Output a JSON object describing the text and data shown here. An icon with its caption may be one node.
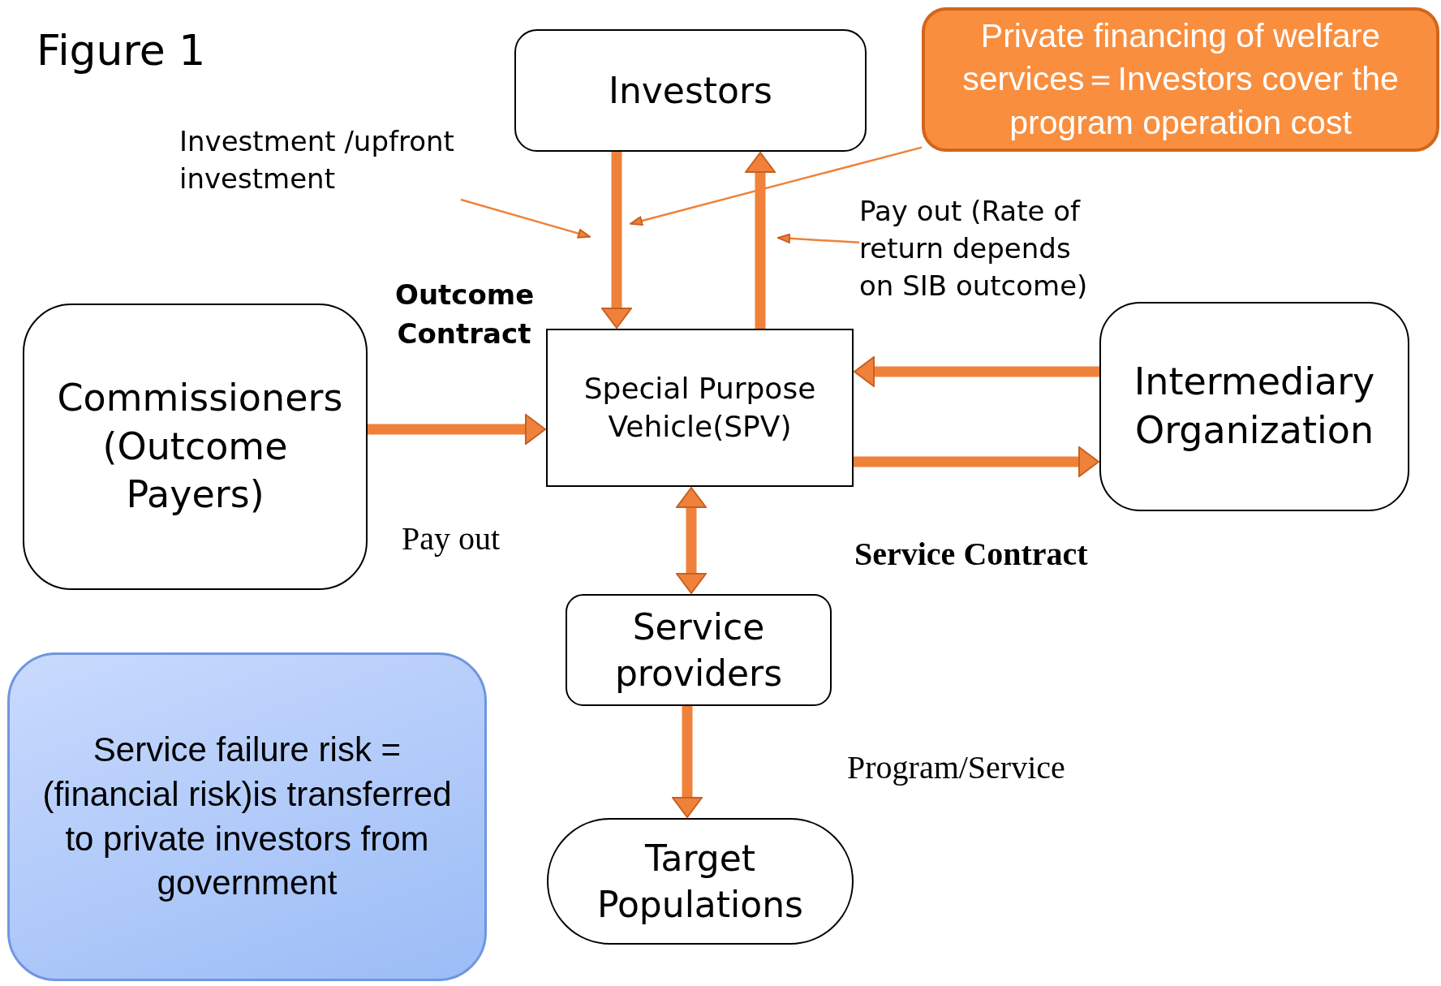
{
  "diagram": {
    "title": "Figure 1",
    "nodes": [
      {
        "text": [
          "Investors"
        ]
      },
      {
        "text": [
          "Private financing of welfare services＝Investors cover the program operation cost"
        ]
      },
      {
        "text": [
          "Investment /upfront investment"
        ]
      },
      {
        "text": [
          "Pay out (Rate of return depends on SIB outcome)"
        ]
      },
      {
        "text": [
          "Commissioners (Outcome Payers)"
        ]
      },
      {
        "text": [
          "Special Purpose Vehicle(SPV)"
        ]
      },
      {
        "text": [
          "Intermediary Organization"
        ]
      },
      {
        "text": [
          "Service providers"
        ]
      },
      {
        "text": [
          "Target Populations"
        ]
      },
      {
        "text": [
          "Service failure risk =(financial risk)is transferred to private investors from government"
        ]
      }
    ],
    "edges": [
      {
        "from": 0,
        "to": 5,
        "arrow": "to"
      },
      {
        "from": 5,
        "to": 0,
        "arrow": "to"
      },
      {
        "from": 2,
        "to": null,
        "arrow": "to"
      },
      {
        "from": 1,
        "to": null,
        "arrow": "to"
      },
      {
        "from": 3,
        "to": null,
        "arrow": "to"
      },
      {
        "from": 4,
        "to": 5,
        "arrow": "to"
      },
      {
        "from": 6,
        "to": 5,
        "arrow": "to"
      },
      {
        "from": 5,
        "to": 6,
        "arrow": "to"
      },
      {
        "from": 5,
        "to": 7,
        "arrow": "both"
      },
      {
        "from": 7,
        "to": 8,
        "arrow": "to"
      }
    ],
    "labels": [
      "Outcome Contract",
      "Pay out",
      "Service Contract",
      "Program/Service"
    ]
  }
}
